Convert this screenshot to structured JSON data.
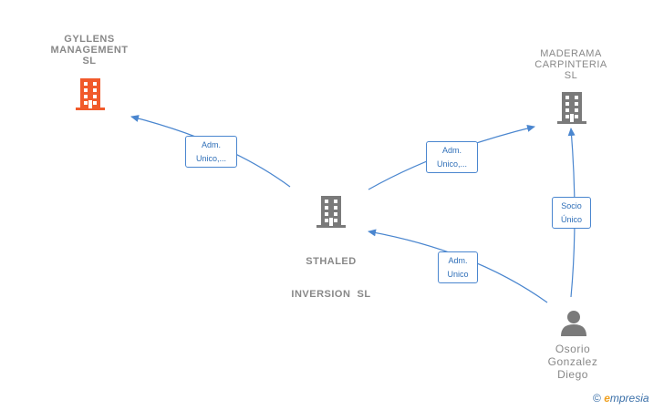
{
  "nodes": {
    "gyllens": {
      "lines": [
        "GYLLENS",
        "MANAGEMENT",
        "SL"
      ],
      "color": "#f15a2b",
      "type": "company"
    },
    "maderama": {
      "lines": [
        "MADERAMA",
        "CARPINTERIA",
        "SL"
      ],
      "color": "#7a7a7a",
      "type": "company"
    },
    "sthaled": {
      "lines": [
        "STHALED",
        "INVERSION  SL"
      ],
      "color": "#7a7a7a",
      "type": "company"
    },
    "osorio": {
      "lines": [
        "Osorio",
        "Gonzalez",
        "Diego"
      ],
      "color": "#7a7a7a",
      "type": "person"
    }
  },
  "edges": {
    "sthaled_gyllens": {
      "lines": [
        "Adm.",
        "Unico,..."
      ]
    },
    "sthaled_maderama": {
      "lines": [
        "Adm.",
        "Unico,..."
      ]
    },
    "osorio_maderama": {
      "lines": [
        "Socio",
        "Único"
      ]
    },
    "osorio_sthaled": {
      "lines": [
        "Adm.",
        "Unico"
      ]
    }
  },
  "colors": {
    "edge": "#4a86cf",
    "label_text": "#888888"
  },
  "icons": {
    "company": "building-icon",
    "person": "person-icon"
  },
  "brand": {
    "copyright": "©",
    "e": "e",
    "rest": "mpresia"
  }
}
